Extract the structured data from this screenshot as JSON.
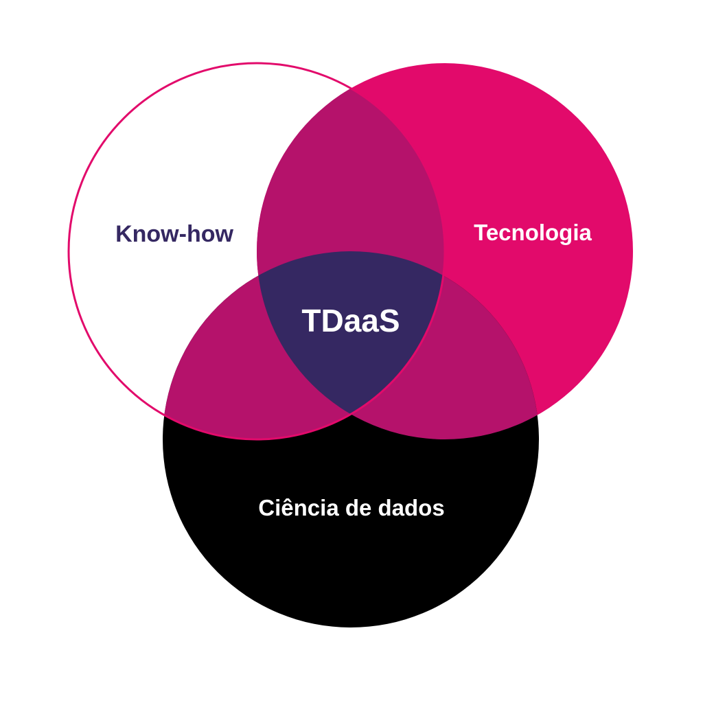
{
  "diagram": {
    "sets": {
      "knowhow": {
        "label": "Know-how"
      },
      "tecnologia": {
        "label": "Tecnologia"
      },
      "ciencia": {
        "label": "Ciência de dados"
      }
    },
    "center": {
      "label": "TDaaS"
    }
  },
  "colors": {
    "magenta": "#E20A6B",
    "overlap": "#B5126B",
    "center": "#352862",
    "black": "#000000",
    "knowhow_text": "#352862",
    "white_text": "#FFFFFF"
  }
}
